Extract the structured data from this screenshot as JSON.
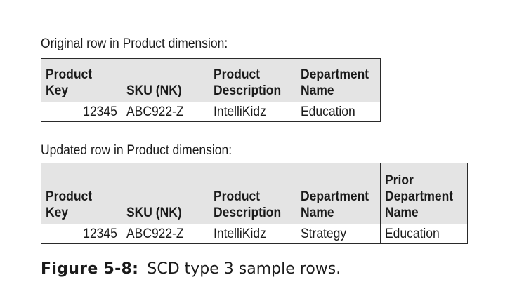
{
  "original": {
    "caption": "Original row in Product dimension:",
    "headers": [
      "Product\nKey",
      "SKU (NK)",
      "Product\nDescription",
      "Department\nName"
    ],
    "rows": [
      [
        "12345",
        "ABC922-Z",
        "IntelliKidz",
        "Education"
      ]
    ]
  },
  "updated": {
    "caption": "Updated row in Product dimension:",
    "headers": [
      "Product\nKey",
      "SKU (NK)",
      "Product\nDescription",
      "Department\nName",
      "Prior\nDepartment\nName"
    ],
    "rows": [
      [
        "12345",
        "ABC922-Z",
        "IntelliKidz",
        "Strategy",
        "Education"
      ]
    ]
  },
  "figure": {
    "label": "Figure 5-8:",
    "text": "SCD type 3 sample rows."
  }
}
